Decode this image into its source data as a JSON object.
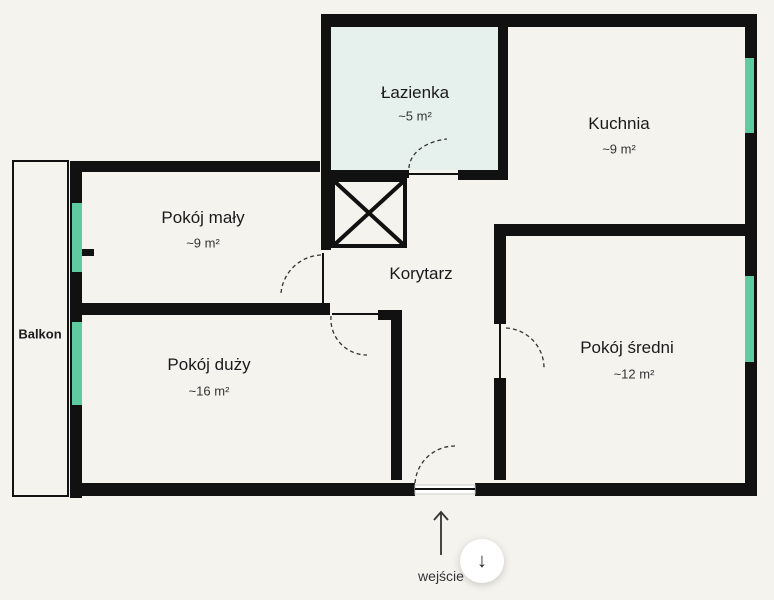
{
  "rooms": [
    {
      "name": "Łazienka",
      "area": "~5 m²"
    },
    {
      "name": "Kuchnia",
      "area": "~9 m²"
    },
    {
      "name": "Pokój mały",
      "area": "~9 m²"
    },
    {
      "name": "Korytarz"
    },
    {
      "name": "Pokój duży",
      "area": "~16 m²"
    },
    {
      "name": "Pokój średni",
      "area": "~12 m²"
    },
    {
      "name": "Balkon"
    }
  ],
  "entrance": {
    "label": "wejście",
    "arrow_icon": "arrow-up-icon"
  },
  "scroll_button": {
    "icon": "arrow-down-icon",
    "glyph": "↓"
  },
  "colors": {
    "wall": "#111111",
    "window": "#5ecba1",
    "bathroom": "#e6f1ee",
    "background": "#f4f3ee"
  }
}
